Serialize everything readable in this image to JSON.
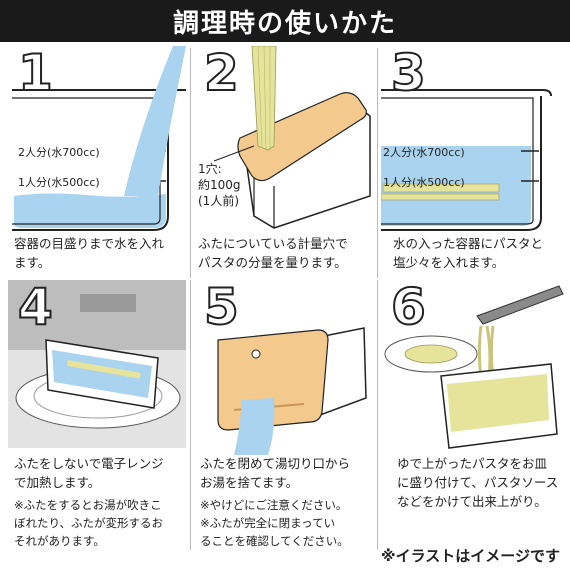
{
  "title": "調理時の使いかた",
  "steps": [
    {
      "num": "1",
      "caption_l1": "容器の目盛りまで水を入れ",
      "caption_l2": "ます。",
      "label_700": "2人分(水700cc)",
      "label_500": "1人分(水500cc)"
    },
    {
      "num": "2",
      "caption_l1": "ふたについている計量穴で",
      "caption_l2": "パスタの分量を量ります。",
      "hole_l1": "1穴:",
      "hole_l2": "約100g",
      "hole_l3": "(1人前)"
    },
    {
      "num": "3",
      "caption_l1": "水の入った容器にパスタと",
      "caption_l2": "塩少々を入れます。",
      "label_700": "2人分(水700cc)",
      "label_500": "1人分(水500cc)"
    },
    {
      "num": "4",
      "caption_l1": "ふたをしないで電子レンジ",
      "caption_l2": "で加熱します。",
      "note_l1": "※ふたをするとお湯が吹きこ",
      "note_l2": "ぼれたり、ふたが変形するお",
      "note_l3": "それがあります。"
    },
    {
      "num": "5",
      "caption_l1": "ふたを閉めて湯切り口から",
      "caption_l2": "お湯を捨てます。",
      "note_l1": "※やけどにご注意ください。",
      "note_l2": "※ふたが完全に閉まってい",
      "note_l3": "ることを確認してください。"
    },
    {
      "num": "6",
      "caption_l1": "ゆで上がったパスタをお皿",
      "caption_l2": "に盛り付けて、パスタソース",
      "caption_l3": "などをかけて出来上がり。"
    }
  ],
  "footer": "※イラストはイメージです",
  "colors": {
    "water": "#a9d3ee",
    "pasta": "#e6e39a",
    "lid": "#f3c98d",
    "header": "#1a1a1a",
    "room": "#bdbdbd"
  }
}
